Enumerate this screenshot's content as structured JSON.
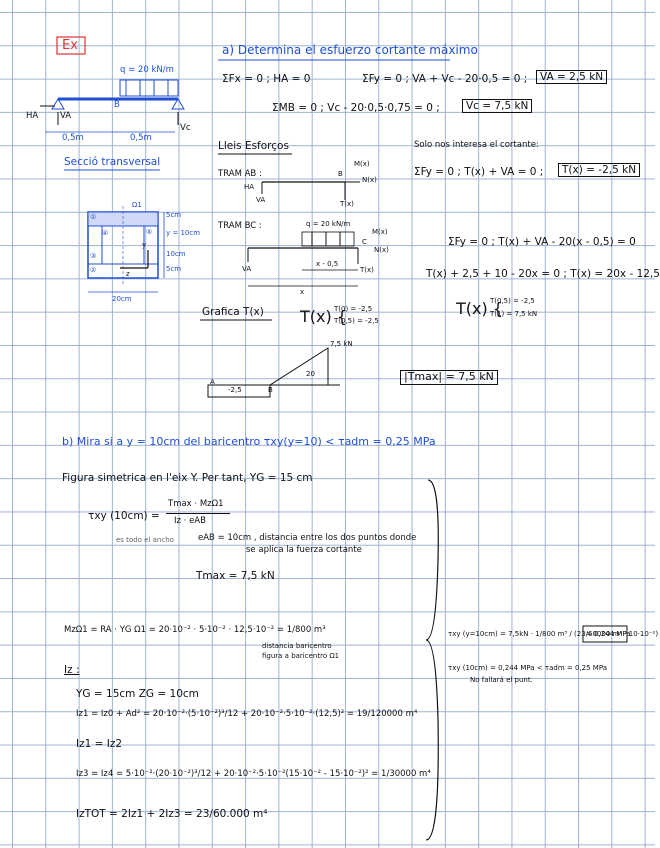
{
  "header": {
    "ex_tag": "Ex",
    "part_a_title": "a) Determina el esfuerzo cortante máximo"
  },
  "beam": {
    "load": "q = 20 kN/m",
    "label_ha": "HA",
    "label_va": "VA",
    "label_b": "B",
    "label_vc": "Vc",
    "span_1": "0,5m",
    "span_2": "0,5m"
  },
  "section": {
    "title": "Secció transversal",
    "omega": "Ω1",
    "dim_5a": "5cm",
    "dim_y": "y = 10cm",
    "dim_10": "10cm",
    "dim_5b": "5cm",
    "dim_20": "20cm",
    "parts": [
      "①",
      "②",
      "③",
      "④",
      "⑤"
    ],
    "axis_y": "y",
    "axis_z": "z"
  },
  "equilibrium": {
    "sum_fx": "ΣFx = 0 ;   HA = 0",
    "sum_fy": "ΣFy = 0 ;  VA + Vc - 20·0,5 = 0 ;",
    "va_result": "VA = 2,5 kN",
    "sum_mb": "ΣMB = 0 ;   Vc - 20·0,5·0,75 = 0 ;",
    "vc_result": "Vc = 7,5 kN"
  },
  "laws": {
    "title": "Lleis Esforços",
    "only_cut": "Solo nos interesa el cortante:",
    "tram_ab": "TRAM AB :",
    "ab_eq": "ΣFy = 0 ;   T(x) + VA = 0 ;",
    "ab_result": "T(x) = -2,5 kN",
    "ab_labels": [
      "HA",
      "VA",
      "B",
      "M(x)",
      "N(x)",
      "T(x)"
    ],
    "tram_bc": "TRAM BC :",
    "bc_load": "q = 20 kN/m",
    "bc_labels": [
      "C",
      "M(x)",
      "N(x)",
      "VA",
      "x - 0,5",
      "T(x)",
      "x"
    ],
    "bc_eq1": "ΣFy = 0 ;   T(x) + VA - 20(x - 0,5) = 0",
    "bc_eq2": "T(x) + 2,5 + 10 - 20x = 0 ;   T(x) = 20x - 12,5",
    "grafica": "Grafica T(x)",
    "t_ab_1": "T(0) = -2,5",
    "t_ab_2": "T(0,5) = -2,5",
    "t_bc_1": "T(0,5) = -2,5",
    "t_bc_2": "T(1) = 7,5 kN",
    "diag_max": "7,5 kN",
    "diag_left": "-2,5",
    "diag_a": "A",
    "diag_b": "B",
    "diag_slope": "20",
    "tmax_box": "|Tmax| = 7,5 kN"
  },
  "part_b": {
    "title": "b) Mira si a y = 10cm del baricentro  τxy(y=10) < τadm = 0,25 MPa",
    "symmetry": "Figura simetrica en l'eix Y. Per tant, YG = 15 cm",
    "tau_lhs": "τxy (10cm) =",
    "tau_num": "Tmax · MzΩ1",
    "tau_den": "Iz · eAB",
    "side_note": "es todo el ancho",
    "eab_note": "eAB = 10cm , distancia entre los dos puntos donde",
    "eab_note2": "se aplica la fuerza cortante",
    "tmax": "Tmax = 7,5 kN",
    "moment": "MzΩ1 = RA · YG Ω1 = 20·10⁻² · 5·10⁻² · 12,5·10⁻² = 1/800 m³",
    "moment_note1": "distancia baricentro",
    "moment_note2": "figura a baricentro Ω1",
    "iz_title": "Iz :",
    "yg_zg": "YG = 15cm     ZG = 10cm",
    "iz1": "Iz1 = Iz0 + Ad² = 20·10⁻²·(5·10⁻²)³/12 + 20·10⁻²·5·10⁻²·(12,5)² = 19/120000 m⁴",
    "iz1_iz2": "Iz1 = Iz2",
    "iz3": "Iz3 = Iz4 = 5·10⁻²·(20·10⁻²)³/12 + 20·10⁻²·5·10⁻²(15·10⁻² - 15·10⁻²)² = 1/30000 m⁴",
    "iztot": "IzTOT = 2Iz1 + 2Iz3 = 23/60.000 m⁴",
    "res_tau": "τxy (y=10cm) = 7,5kN · 1/800 m³ / (23/60000 m⁴ · 10·10⁻²)",
    "res_value": "= 0,244 MPa",
    "res_cmp": "τxy (10cm) = 0,244 MPa  <  τadm = 0,25 MPa",
    "res_note": "No fallará el punt."
  }
}
